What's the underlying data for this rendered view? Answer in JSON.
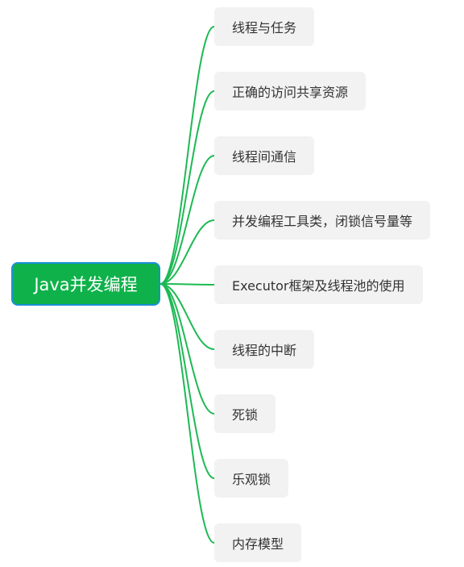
{
  "colors": {
    "root_fill": "#0fb24a",
    "root_border": "#1a8fd6",
    "connector": "#1db954",
    "child_fill": "#f2f2f2",
    "child_text": "#333333"
  },
  "root": {
    "label": "Java并发编程"
  },
  "children": [
    {
      "label": "线程与任务"
    },
    {
      "label": "正确的访问共享资源"
    },
    {
      "label": "线程间通信"
    },
    {
      "label": "并发编程工具类，闭锁信号量等"
    },
    {
      "label": "Executor框架及线程池的使用"
    },
    {
      "label": "线程的中断"
    },
    {
      "label": "死锁"
    },
    {
      "label": "乐观锁"
    },
    {
      "label": "内存模型"
    }
  ]
}
